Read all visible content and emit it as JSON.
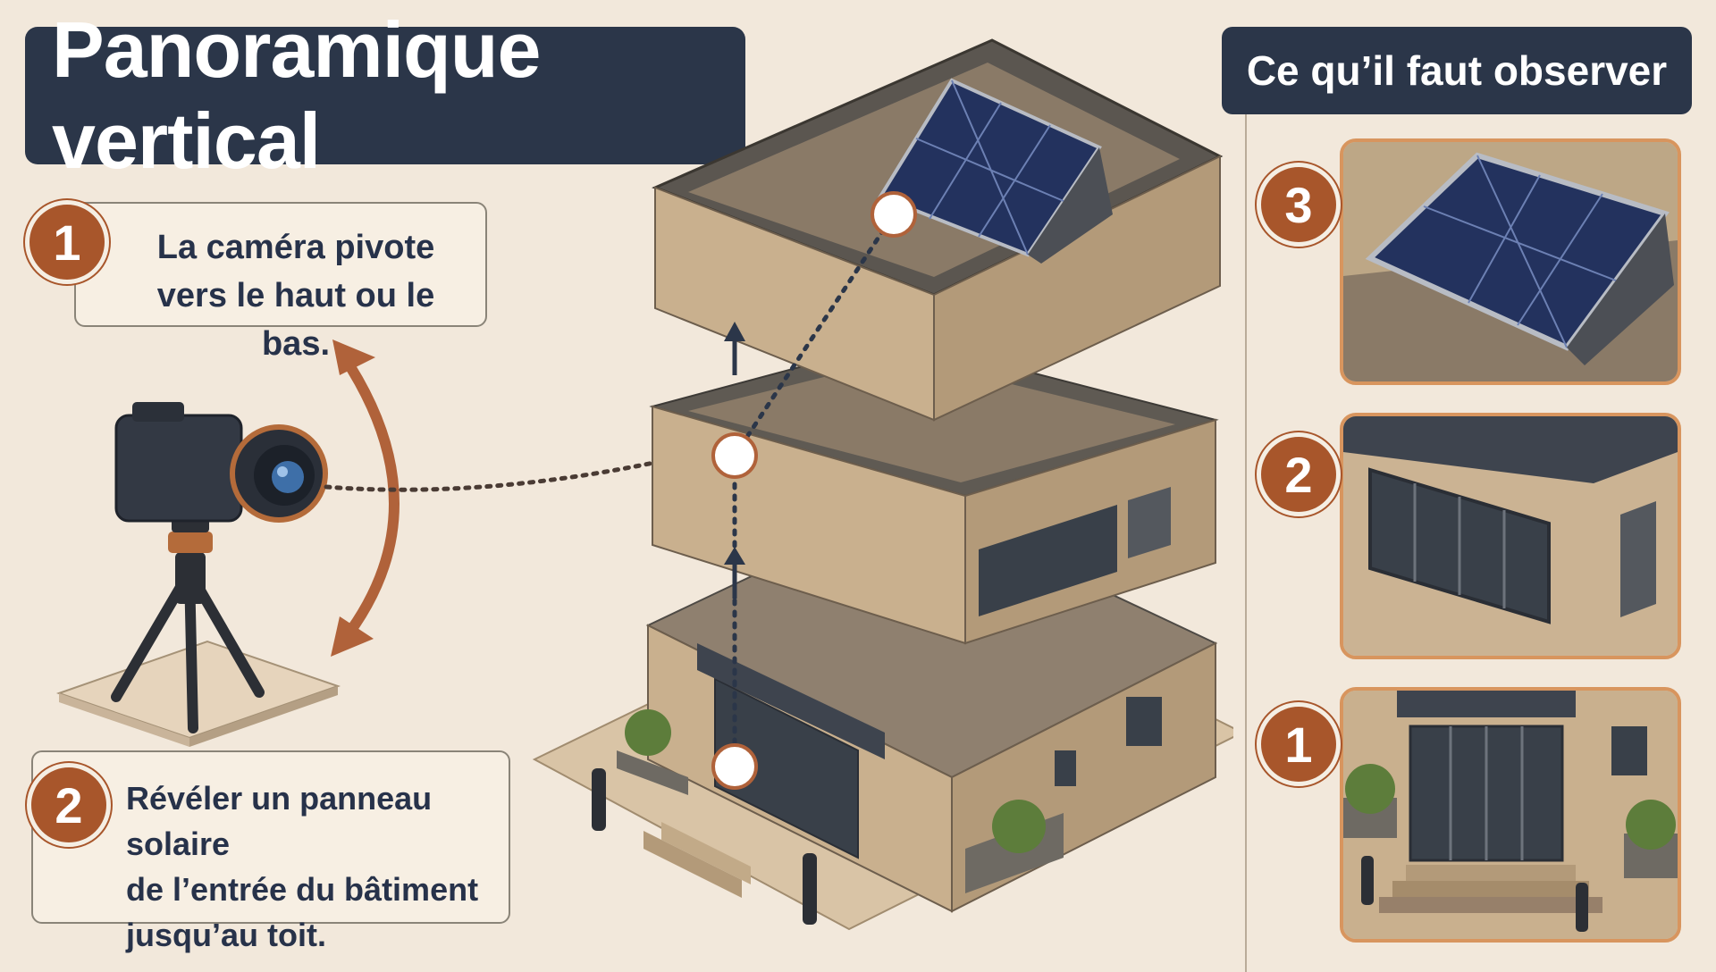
{
  "title": "Panoramique vertical",
  "right_header": "Ce qu’il faut observer",
  "steps": [
    {
      "number": "1",
      "lines": [
        "La caméra pivote",
        "vers le haut ou le bas."
      ]
    },
    {
      "number": "2",
      "lines": [
        "Révéler un panneau solaire",
        "de l’entrée du bâtiment",
        "jusqu’au toit."
      ]
    }
  ],
  "panels": [
    {
      "number": "3",
      "subject": "solar-panel"
    },
    {
      "number": "2",
      "subject": "middle-floor"
    },
    {
      "number": "1",
      "subject": "entrance"
    }
  ],
  "colors": {
    "header_bg": "#2b3649",
    "accent": "#a8562b",
    "background": "#f2e8db",
    "panel_border": "#d8955e",
    "building_tan": "#c9b08e",
    "roof_dark": "#3b3f47",
    "solar_blue": "#23325e"
  }
}
